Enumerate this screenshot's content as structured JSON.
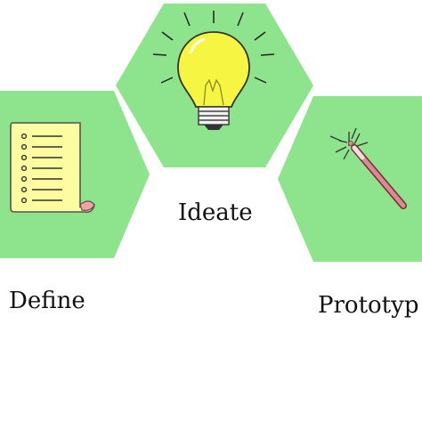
{
  "stages": [
    {
      "label": "Ideate",
      "icon": "lightbulb-icon",
      "hex_color": "#8ee48c"
    },
    {
      "label": "Define",
      "icon": "notepad-scroll-icon",
      "hex_color": "#8ee48c"
    },
    {
      "label": "Prototyp",
      "icon": "magic-wand-icon",
      "hex_color": "#8ee48c"
    }
  ]
}
